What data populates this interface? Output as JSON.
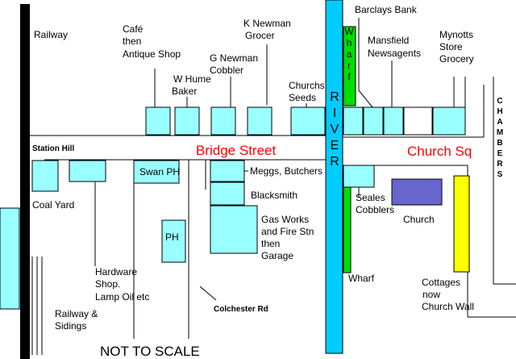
{
  "labels": {
    "railway": "Railway",
    "cafe": "Café",
    "cafe_then": "then",
    "antique": "Antique Shop",
    "k_newman_1": "K Newman",
    "k_newman_2": "Grocer",
    "barclays": "Barclays Bank",
    "wharf_top": "Wharf",
    "mansfield_1": "Mansfield",
    "mansfield_2": "Newsagents",
    "mynotts_1": "Mynotts",
    "mynotts_2": "Store",
    "mynotts_3": "Grocery",
    "g_newman_1": "G Newman",
    "g_newman_2": "Cobbler",
    "w_hume_1": "W Hume",
    "w_hume_2": "Baker",
    "churchs_1": "Churchs",
    "churchs_2": "Seeds",
    "river": "RIVER",
    "chambers": "CHAMBERS",
    "station_hill": "Station Hill",
    "bridge_street": "Bridge Street",
    "church_sq": "Church Sq",
    "swan": "Swan PH",
    "meggs": "Meggs, Butchers",
    "blacksmith": "Blacksmith",
    "coal_yard": "Coal Yard",
    "seales_1": "Seales",
    "seales_2": "Cobblers",
    "church": "Church",
    "gas_1": "Gas Works",
    "gas_2": "and Fire Stn",
    "gas_3": "then",
    "gas_4": "Garage",
    "ph": "PH",
    "hardware_1": "Hardware",
    "hardware_2": "Shop.",
    "hardware_3": "Lamp Oil etc",
    "colchester": "Colchester Rd",
    "wharf_bottom": "Wharf",
    "cottages_1": "Cottages",
    "cottages_2": "now",
    "cottages_3": "Church Wall",
    "railway_sidings_1": "Railway &",
    "railway_sidings_2": "Sidings",
    "not_to_scale": "NOT TO SCALE"
  },
  "colors": {
    "building": "#99ffff",
    "river": "#00ccff",
    "wharf": "#00dd00",
    "church": "#6666cc",
    "cottages": "#ffff00",
    "street_label": "#ff0000",
    "railway": "#000000"
  }
}
